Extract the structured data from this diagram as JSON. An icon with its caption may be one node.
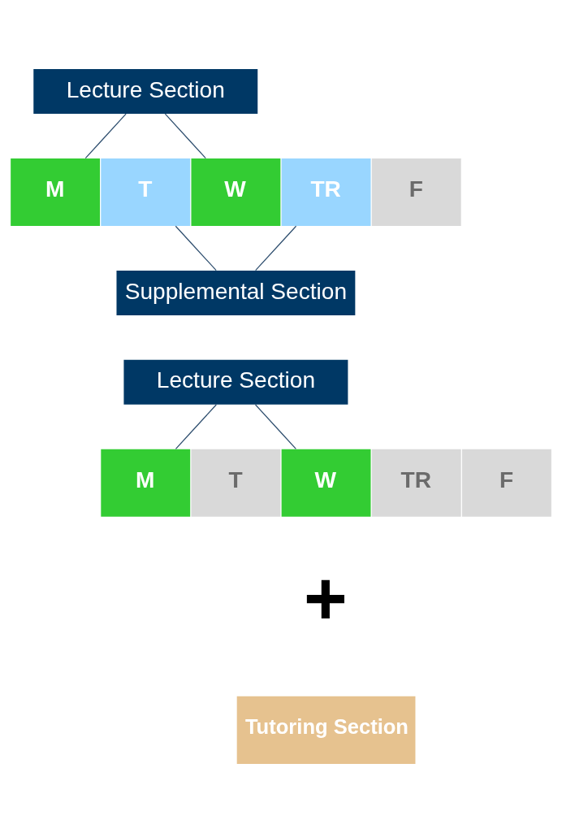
{
  "diagram": {
    "nodes": [
      {
        "text": [
          "Lecture Section"
        ]
      },
      {
        "text": [
          "M"
        ]
      },
      {
        "text": [
          "T"
        ]
      },
      {
        "text": [
          "W"
        ]
      },
      {
        "text": [
          "TR"
        ]
      },
      {
        "text": [
          "F"
        ]
      },
      {
        "text": [
          "Supplemental Section"
        ]
      },
      {
        "text": [
          "Lecture Section"
        ]
      },
      {
        "text": [
          "M"
        ]
      },
      {
        "text": [
          "T"
        ]
      },
      {
        "text": [
          "W"
        ]
      },
      {
        "text": [
          "TR"
        ]
      },
      {
        "text": [
          "F"
        ]
      },
      {
        "text": [
          "Tutoring Section"
        ]
      }
    ],
    "edges": [
      {
        "from": 0,
        "to": 1,
        "arrow": "none"
      },
      {
        "from": 0,
        "to": 3,
        "arrow": "none"
      },
      {
        "from": 2,
        "to": 6,
        "arrow": "none"
      },
      {
        "from": 4,
        "to": 6,
        "arrow": "none"
      },
      {
        "from": 7,
        "to": 8,
        "arrow": "none"
      },
      {
        "from": 7,
        "to": 10,
        "arrow": "none"
      }
    ],
    "labels": [
      "+"
    ]
  }
}
